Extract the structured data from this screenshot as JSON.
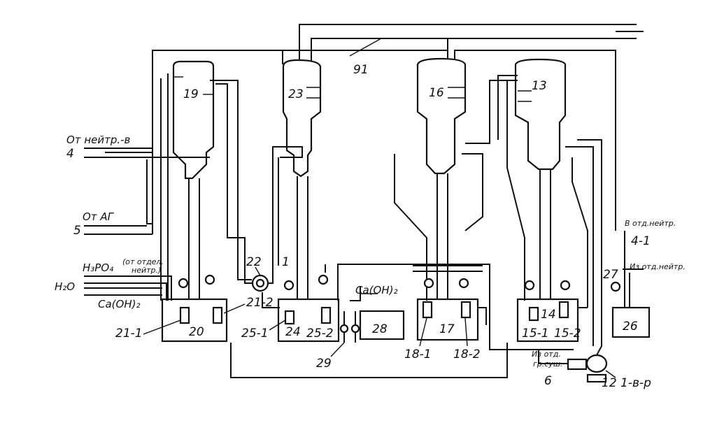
{
  "diagram": {
    "inputs": {
      "from_neutralization": {
        "text": "От нейтр.-в",
        "number": "4"
      },
      "from_ag": {
        "text": "От АГ",
        "number": "5"
      },
      "phosphoric_acid": {
        "text_main": "H₃PO₄",
        "text_note_1": "(от отдел.",
        "text_note_2": "нейтр.)"
      },
      "water": {
        "text": "H₂O"
      },
      "lime": {
        "text": "Ca(OH)₂"
      },
      "lime_2": {
        "text": "Ca(OH)₂"
      },
      "to_neutralization": {
        "text": "В отд.нейтр.",
        "number": "4-1"
      },
      "from_neutralization_2": {
        "text": "Из отд.нейтр."
      },
      "from_drying": {
        "text_1": "Из отд.",
        "text_2": "гр.суш.",
        "number": "6"
      },
      "pump_label": {
        "text": "12 1-в-р"
      }
    },
    "equipment": {
      "tower_19": "19",
      "tower_23": "23",
      "tower_16": "16",
      "tower_13": "13",
      "tank_20": "20",
      "tank_24": "24",
      "tank_17": "17",
      "tank_14": "14",
      "tank_26": "26",
      "tank_28": "28",
      "item_22": "22",
      "item_27": "27",
      "item_29": "29",
      "line_91": "91",
      "pump_21_1": "21-1",
      "pump_21_2": "21-2",
      "pump_25_1": "25-1",
      "pump_25_2": "25-2",
      "pump_18_1": "18-1",
      "pump_18_2": "18-2",
      "pump_15_1": "15-1",
      "pump_15_2": "15-2",
      "line_1": "1"
    }
  }
}
